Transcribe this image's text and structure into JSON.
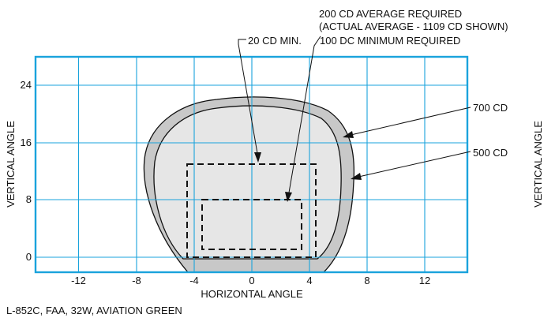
{
  "colors": {
    "grid": "#1aa3dc",
    "outer_fill": "#c8c8c8",
    "inner_fill": "#e6e6e6",
    "outline": "#111111"
  },
  "axes": {
    "x_label": "HORIZONTAL ANGLE",
    "y_label_left": "VERTICAL ANGLE",
    "y_label_right": "VERTICAL ANGLE",
    "x_ticks": [
      "-12",
      "-8",
      "-4",
      "0",
      "4",
      "8",
      "12"
    ],
    "y_ticks": [
      "0",
      "8",
      "16",
      "24"
    ]
  },
  "callouts": {
    "avg_line1": "200 CD AVERAGE REQUIRED",
    "avg_line2": "(ACTUAL AVERAGE - 1109 CD SHOWN)",
    "min20": "20 CD MIN.",
    "min100": "100 DC MINIMUM REQUIRED",
    "cd700": "700 CD",
    "cd500": "500 CD"
  },
  "caption": "L-852C, FAA, 32W, AVIATION GREEN"
}
